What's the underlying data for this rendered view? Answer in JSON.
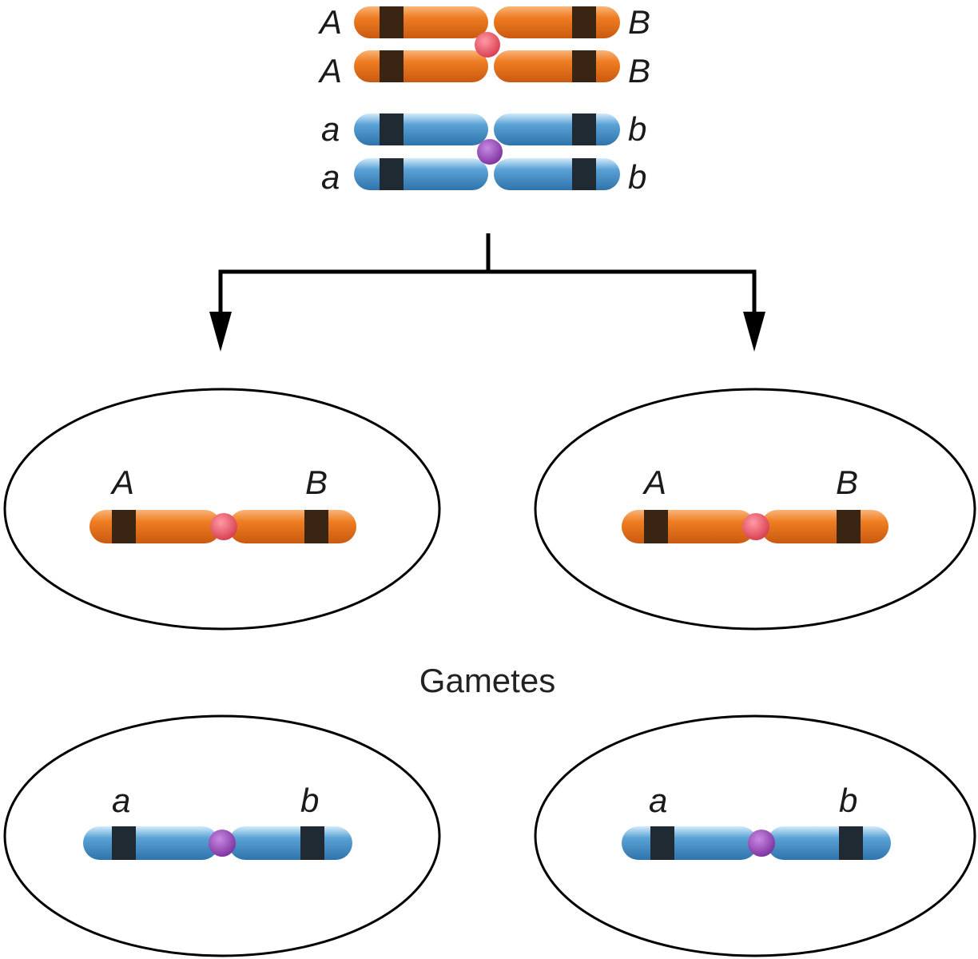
{
  "parent": {
    "orange_pair": {
      "left_allele": "A",
      "right_allele": "B"
    },
    "blue_pair": {
      "left_allele": "a",
      "right_allele": "b"
    }
  },
  "gametes_label": "Gametes",
  "gametes": [
    {
      "left_allele": "A",
      "right_allele": "B",
      "color": "orange"
    },
    {
      "left_allele": "A",
      "right_allele": "B",
      "color": "orange"
    },
    {
      "left_allele": "a",
      "right_allele": "b",
      "color": "blue"
    },
    {
      "left_allele": "a",
      "right_allele": "b",
      "color": "blue"
    }
  ],
  "colors": {
    "orange_body": "#ef7d22",
    "orange_light": "#f9b57a",
    "orange_band": "#3a2412",
    "orange_centromere": "#e84a5a",
    "blue_body": "#5aa2d6",
    "blue_light": "#bfe0f5",
    "blue_band": "#1f2a33",
    "blue_centromere": "#8e3fb0",
    "line": "#000000"
  }
}
